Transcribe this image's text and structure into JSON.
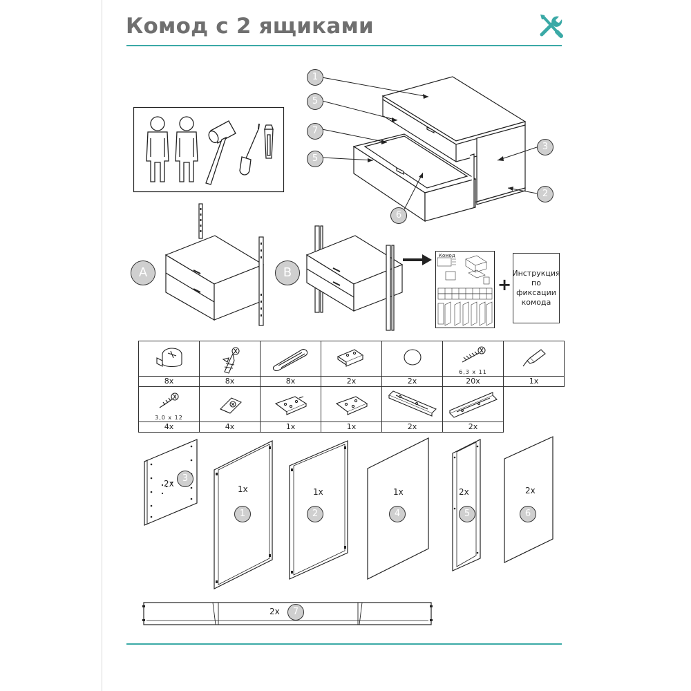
{
  "header": {
    "title": "Комод с 2 ящиками"
  },
  "icons": {
    "tools": "wrench-screwdriver-icon",
    "people": "two-people-icon",
    "hammer": "hammer-icon",
    "screwdriver": "screwdriver-icon",
    "screwdriver_tip": "phillips-tip-icon",
    "arrow": "arrow-right-icon"
  },
  "colors": {
    "accent": "#3aa9a6",
    "title": "#6f6f6f",
    "badge_fill": "#cfcfcf"
  },
  "overview": {
    "callouts": [
      "1",
      "5",
      "7",
      "5",
      "6",
      "3",
      "2"
    ]
  },
  "variants": {
    "a": "A",
    "b": "B",
    "mini_sheet_title": "Комод",
    "plus": "+",
    "note_lines": [
      "Инструкция",
      "по",
      "фиксации",
      "комода"
    ]
  },
  "hardware": {
    "row1": [
      {
        "name": "cam-lock",
        "qty": "8x",
        "spec": ""
      },
      {
        "name": "cam-bolt",
        "qty": "8x",
        "spec": ""
      },
      {
        "name": "wood-dowel",
        "qty": "8x",
        "spec": ""
      },
      {
        "name": "bracket",
        "qty": "2x",
        "spec": ""
      },
      {
        "name": "cap",
        "qty": "2x",
        "spec": ""
      },
      {
        "name": "screw-large",
        "qty": "20x",
        "spec": "6,3 x 11"
      },
      {
        "name": "glue-tube",
        "qty": "1x",
        "spec": ""
      }
    ],
    "row2": [
      {
        "name": "screw-small",
        "qty": "4x",
        "spec": "3,0 x 12"
      },
      {
        "name": "corner-connector",
        "qty": "4x",
        "spec": ""
      },
      {
        "name": "plate-a",
        "qty": "1x",
        "spec": ""
      },
      {
        "name": "plate-b",
        "qty": "1x",
        "spec": ""
      },
      {
        "name": "drawer-runner-left",
        "qty": "2x",
        "spec": ""
      },
      {
        "name": "drawer-runner-right",
        "qty": "2x",
        "spec": ""
      }
    ]
  },
  "panels": [
    {
      "num": "3",
      "qty": "2x"
    },
    {
      "num": "1",
      "qty": "1x"
    },
    {
      "num": "2",
      "qty": "1x"
    },
    {
      "num": "4",
      "qty": "1x"
    },
    {
      "num": "5",
      "qty": "2x"
    },
    {
      "num": "6",
      "qty": "2x"
    },
    {
      "num": "7",
      "qty": "2x"
    }
  ]
}
